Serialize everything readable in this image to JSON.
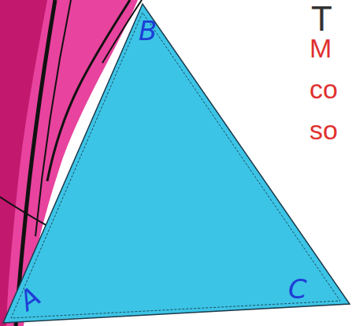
{
  "diagram": {
    "labels": [
      "T",
      "M",
      "co",
      "so",
      "B",
      "A",
      "C"
    ]
  }
}
